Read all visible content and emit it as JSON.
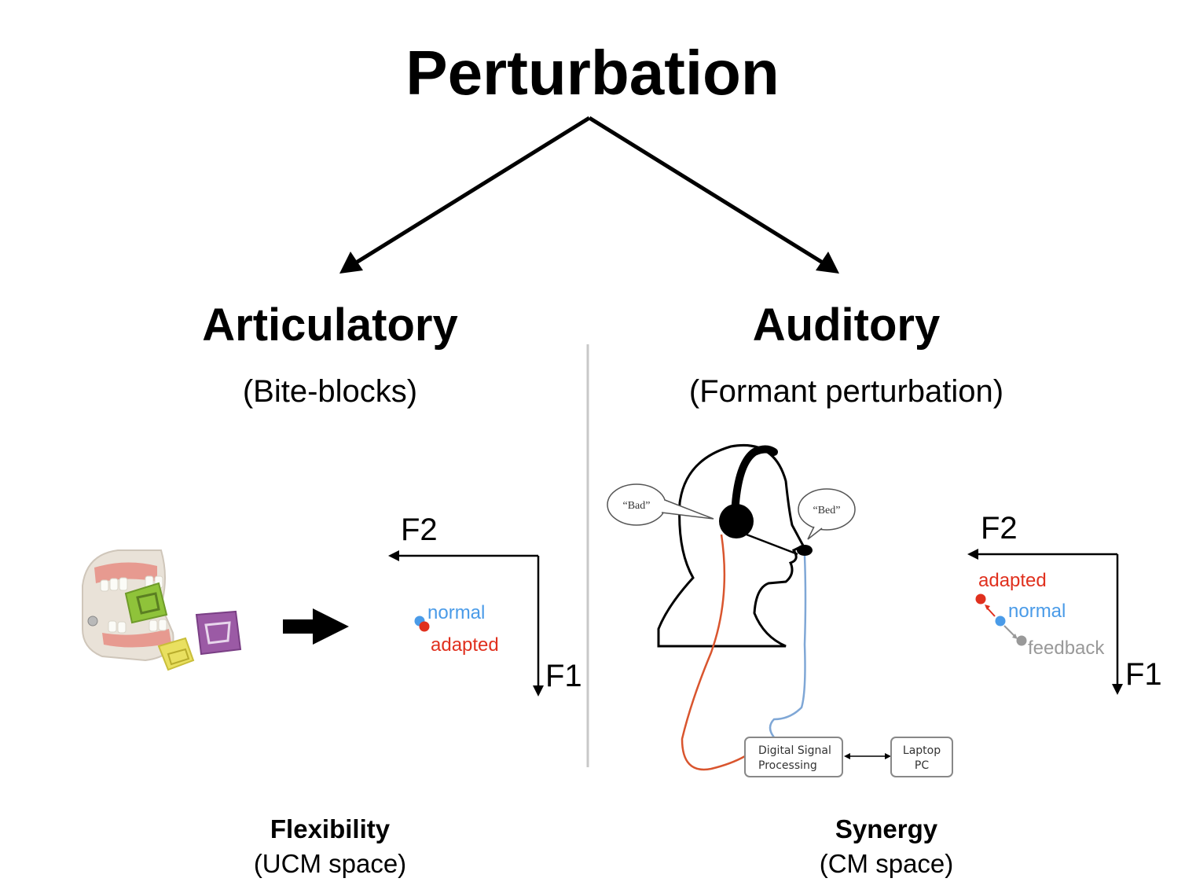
{
  "title": "Perturbation",
  "left": {
    "heading": "Articulatory",
    "subheading": "(Bite-blocks)",
    "plot": {
      "x_axis": "F2",
      "y_axis": "F1",
      "points": [
        {
          "label": "normal",
          "color": "#4a9be8"
        },
        {
          "label": "adapted",
          "color": "#e0301e"
        }
      ]
    },
    "caption_bold": "Flexibility",
    "caption": "(UCM space)"
  },
  "right": {
    "heading": "Auditory",
    "subheading": "(Formant perturbation)",
    "speech_bubbles": [
      "“Bad”",
      "“Bed”"
    ],
    "dsp_box": [
      "Digital Signal",
      "Processing"
    ],
    "laptop_box": [
      "Laptop",
      "PC"
    ],
    "plot": {
      "x_axis": "F2",
      "y_axis": "F1",
      "points": [
        {
          "label": "adapted",
          "color": "#e0301e"
        },
        {
          "label": "normal",
          "color": "#4a9be8"
        },
        {
          "label": "feedback",
          "color": "#999999"
        }
      ]
    },
    "caption_bold": "Synergy",
    "caption": "(CM space)"
  },
  "colors": {
    "normal": "#4a9be8",
    "adapted": "#e0301e",
    "feedback": "#999999",
    "wire_red": "#d9552e",
    "wire_blue": "#7fa7d6",
    "divider": "#c8c8c8"
  }
}
